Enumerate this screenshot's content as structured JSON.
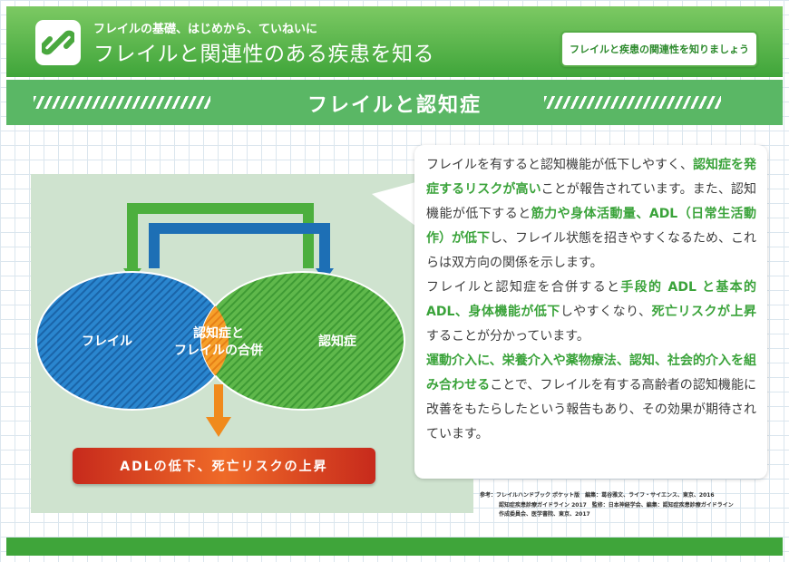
{
  "header": {
    "subtitle": "フレイルの基礎、はじめから、ていねいに",
    "title": "フレイルと関連性のある疾患を知る",
    "button_label": "フレイルと疾患の関連性を知りましょう",
    "logo_icon": "chain-link-icon",
    "colors": {
      "green_top": "#7cc963",
      "green_bottom": "#3fa53a"
    }
  },
  "section": {
    "title": "フレイルと認知症"
  },
  "diagram": {
    "left_circle": "フレイル",
    "right_circle": "認知症",
    "overlap_line1": "認知症と",
    "overlap_line2": "フレイルの合併",
    "result": "ADLの低下、死亡リスクの上昇",
    "colors": {
      "blue": "#1d6fb5",
      "green": "#4eab3d",
      "orange": "#f08a1c",
      "red": "#d63c1f"
    }
  },
  "body": {
    "p1": [
      {
        "t": "フレイルを有すると認知機能が低下しやすく、"
      },
      {
        "t": "認知症を発症するリスクが高い",
        "hl": true
      },
      {
        "t": "ことが報告されています。また、認知機能が低下すると"
      },
      {
        "t": "筋力や身体活動量、ADL（日常生活動作）が低下",
        "hl": true
      },
      {
        "t": "し、フレイル状態を招きやすくなるため、これらは双方向の関係を示します。"
      }
    ],
    "p2": [
      {
        "t": "フレイルと認知症を合併すると"
      },
      {
        "t": "手段的 ADL と基本的 ADL、身体機能が低下",
        "hl": true
      },
      {
        "t": "しやすくなり、"
      },
      {
        "t": "死亡リスクが上昇",
        "hl": true
      },
      {
        "t": "することが分かっています。"
      }
    ],
    "p3": [
      {
        "t": "運動介入に、栄養介入や薬物療法、認知、社会的介入を組み合わせる",
        "hl": true
      },
      {
        "t": "ことで、フレイルを有する高齢者の認知機能に改善をもたらしたという報告もあり、その効果が期待されています。"
      }
    ]
  },
  "references": {
    "line1": "参考：フレイルハンドブック ポケット版　編集：葛谷雅文、ライフ・サイエンス、東京、2016",
    "line2": "認知症疾患診療ガイドライン 2017　監修：日本神経学会、編集：認知症疾患診療ガイドライン",
    "line3": "作成委員会、医学書院、東京、2017"
  }
}
